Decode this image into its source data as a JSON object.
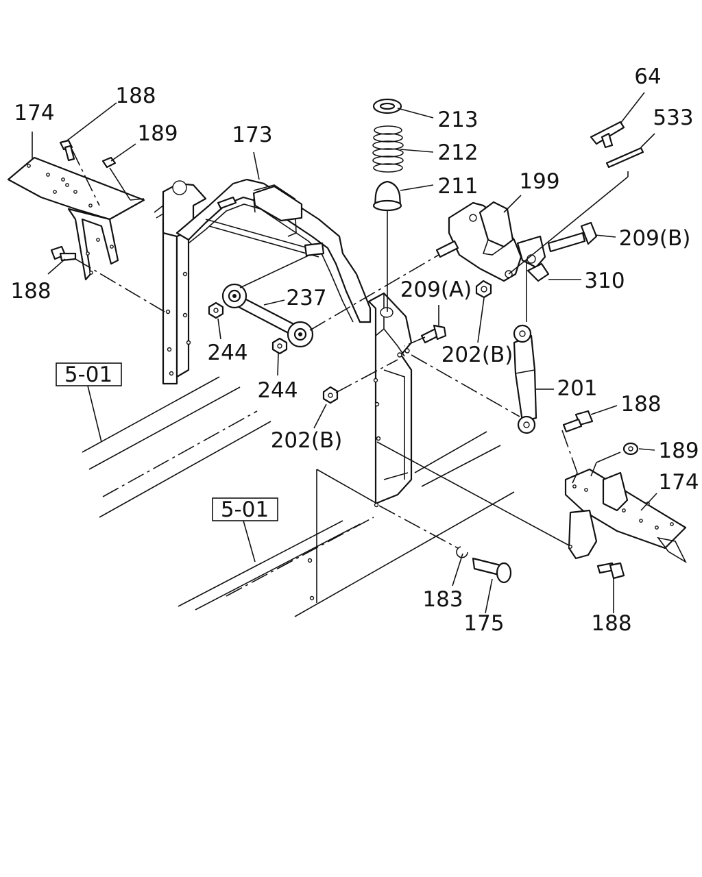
{
  "diagram": {
    "callouts": [
      {
        "id": "c174a",
        "text": "174"
      },
      {
        "id": "c188a",
        "text": "188"
      },
      {
        "id": "c189a",
        "text": "189"
      },
      {
        "id": "c173",
        "text": "173"
      },
      {
        "id": "c188b",
        "text": "188"
      },
      {
        "id": "c213",
        "text": "213"
      },
      {
        "id": "c212",
        "text": "212"
      },
      {
        "id": "c211",
        "text": "211"
      },
      {
        "id": "c64",
        "text": "64"
      },
      {
        "id": "c533",
        "text": "533"
      },
      {
        "id": "c199",
        "text": "199"
      },
      {
        "id": "c209b",
        "text": "209(B)"
      },
      {
        "id": "c310",
        "text": "310"
      },
      {
        "id": "c209a",
        "text": "209(A)"
      },
      {
        "id": "c237",
        "text": "237"
      },
      {
        "id": "c244a",
        "text": "244"
      },
      {
        "id": "c244b",
        "text": "244"
      },
      {
        "id": "c202a",
        "text": "202(B)"
      },
      {
        "id": "c202b",
        "text": "202(B)"
      },
      {
        "id": "c201",
        "text": "201"
      },
      {
        "id": "c188c",
        "text": "188"
      },
      {
        "id": "c189b",
        "text": "189"
      },
      {
        "id": "c174b",
        "text": "174"
      },
      {
        "id": "c183",
        "text": "183"
      },
      {
        "id": "c175",
        "text": "175"
      },
      {
        "id": "c188d",
        "text": "188"
      }
    ],
    "section_refs": [
      {
        "id": "ref1",
        "text": "5-01"
      },
      {
        "id": "ref2",
        "text": "5-01"
      }
    ]
  }
}
